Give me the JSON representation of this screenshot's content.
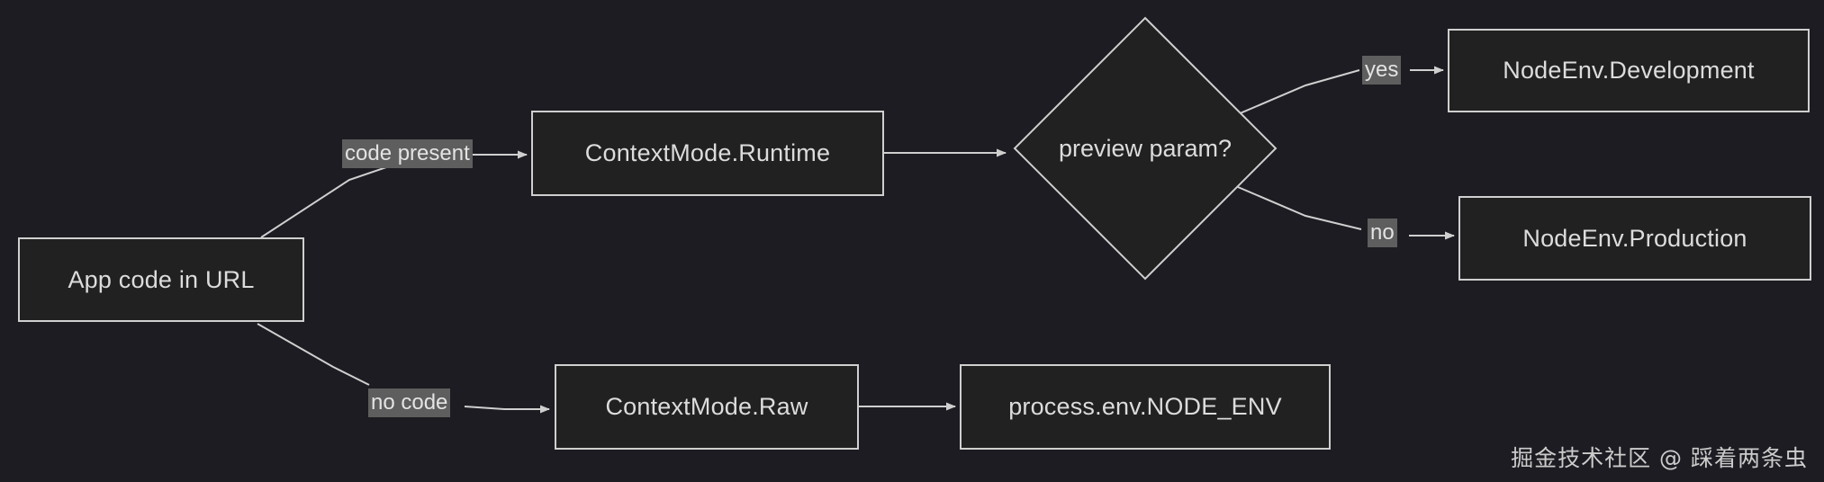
{
  "diagram": {
    "type": "flowchart",
    "background_color": "#1c1c22",
    "node_fill_color": "#212121",
    "node_border_color": "#cfcfcf",
    "text_color": "#dcdcdc",
    "edge_label_background": "#5e5e5e",
    "nodes": [
      {
        "id": "app_code",
        "label": "App code in URL",
        "shape": "rect"
      },
      {
        "id": "runtime",
        "label": "ContextMode.Runtime",
        "shape": "rect"
      },
      {
        "id": "preview",
        "label": "preview param?",
        "shape": "diamond"
      },
      {
        "id": "dev",
        "label": "NodeEnv.Development",
        "shape": "rect"
      },
      {
        "id": "prod",
        "label": "NodeEnv.Production",
        "shape": "rect"
      },
      {
        "id": "raw",
        "label": "ContextMode.Raw",
        "shape": "rect"
      },
      {
        "id": "node_env",
        "label": "process.env.NODE_ENV",
        "shape": "rect"
      }
    ],
    "edges": [
      {
        "from": "app_code",
        "to": "runtime",
        "label": "code present"
      },
      {
        "from": "runtime",
        "to": "preview",
        "label": ""
      },
      {
        "from": "preview",
        "to": "dev",
        "label": "yes"
      },
      {
        "from": "preview",
        "to": "prod",
        "label": "no"
      },
      {
        "from": "app_code",
        "to": "raw",
        "label": "no code"
      },
      {
        "from": "raw",
        "to": "node_env",
        "label": ""
      }
    ]
  },
  "watermark": {
    "text": "掘金技术社区 @ 踩着两条虫"
  }
}
